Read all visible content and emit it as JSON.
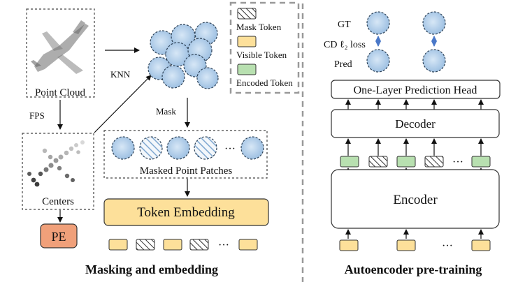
{
  "left": {
    "point_cloud_label": "Point Cloud",
    "fps_label": "FPS",
    "knn_label": "KNN",
    "mask_label": "Mask",
    "centers_label": "Centers",
    "pe_label": "PE",
    "masked_patches_label": "Masked Point Patches",
    "ellipsis": "···",
    "token_embedding_label": "Token Embedding",
    "caption": "Masking and embedding"
  },
  "legend": {
    "mask_token": "Mask Token",
    "visible_token": "Visible Token",
    "encoded_token": "Encoded Token"
  },
  "right": {
    "gt_label": "GT",
    "cd_loss_label": "CD ℓ₂ loss",
    "pred_label": "Pred",
    "prediction_head_label": "One-Layer Prediction Head",
    "decoder_label": "Decoder",
    "encoder_label": "Encoder",
    "ellipsis": "···",
    "caption": "Autoencoder pre-training"
  },
  "colors": {
    "patch_fill": "#a9c8e6",
    "patch_stroke": "#2f4358",
    "visible_token": "#fde09a",
    "encoded_token": "#b8e0b0",
    "token_embedding": "#fde09a",
    "pe_fill": "#f0a07a",
    "separator": "#999999"
  }
}
